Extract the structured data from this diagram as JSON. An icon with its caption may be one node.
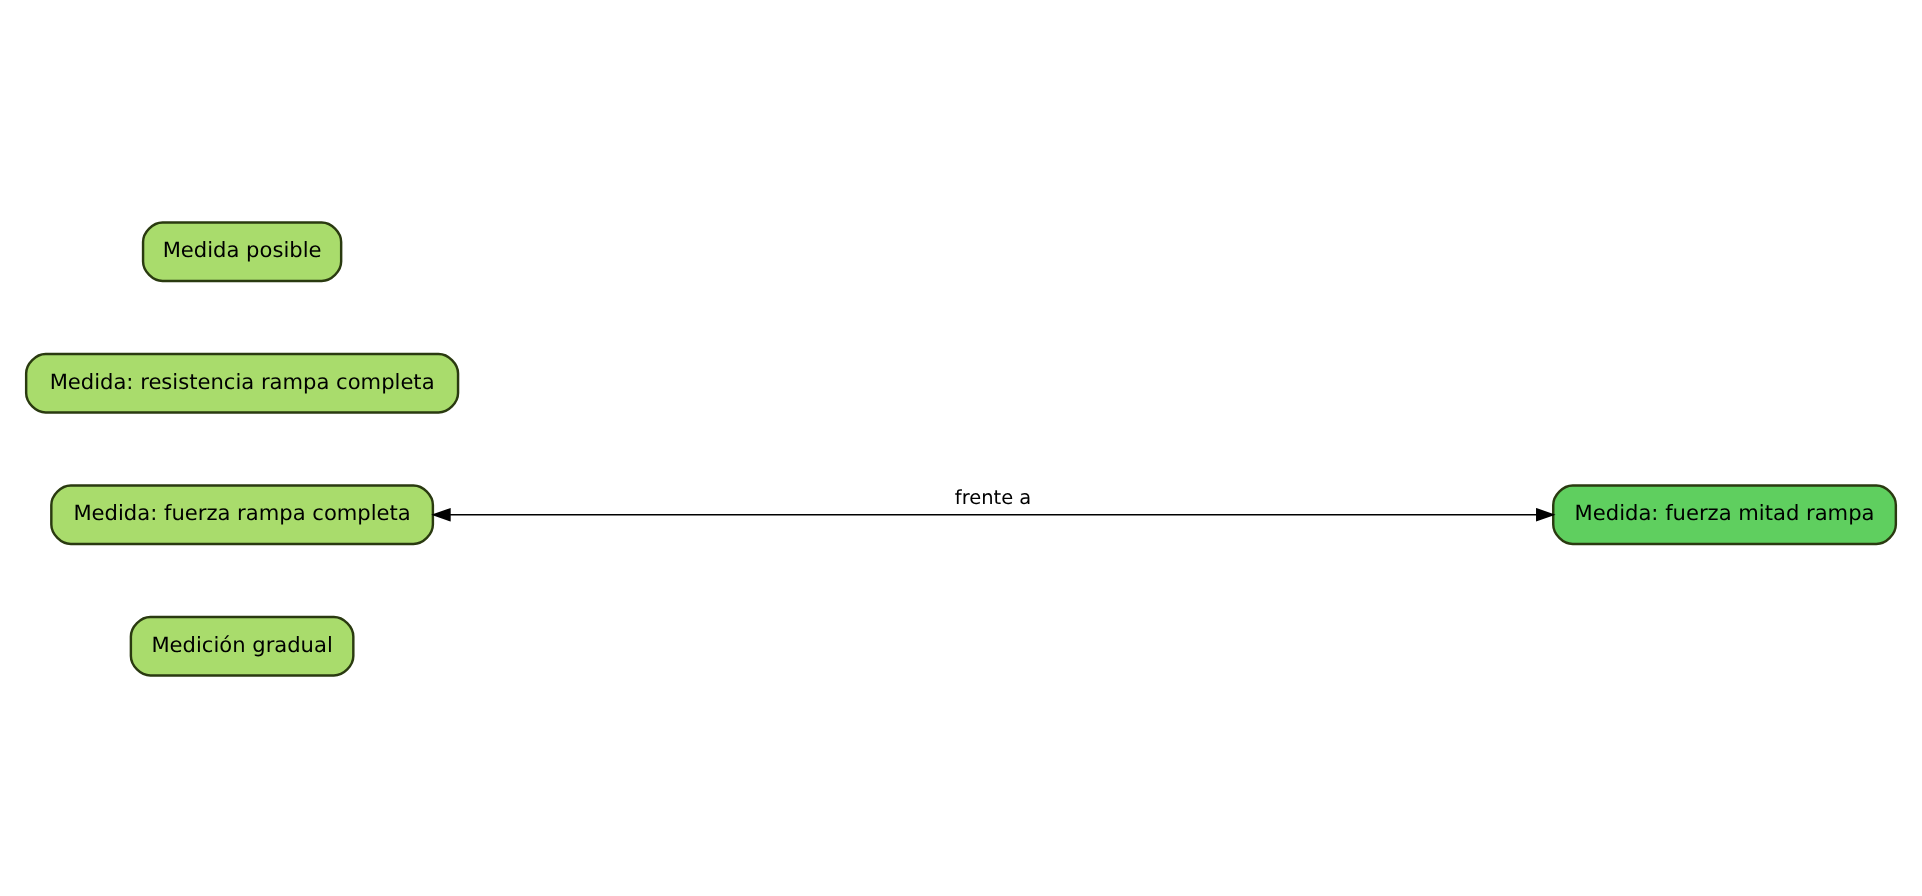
{
  "diagram": {
    "nodes": [
      {
        "text": [
          "Medida posible"
        ]
      },
      {
        "text": [
          "Medida: resistencia rampa completa"
        ]
      },
      {
        "text": [
          "Medida: fuerza rampa completa"
        ]
      },
      {
        "text": [
          "Medida: fuerza mitad rampa"
        ]
      },
      {
        "text": [
          "Medición gradual"
        ]
      }
    ],
    "edges": [
      {
        "from": 2,
        "to": 3,
        "arrow": "both",
        "label": "frente a"
      }
    ]
  }
}
